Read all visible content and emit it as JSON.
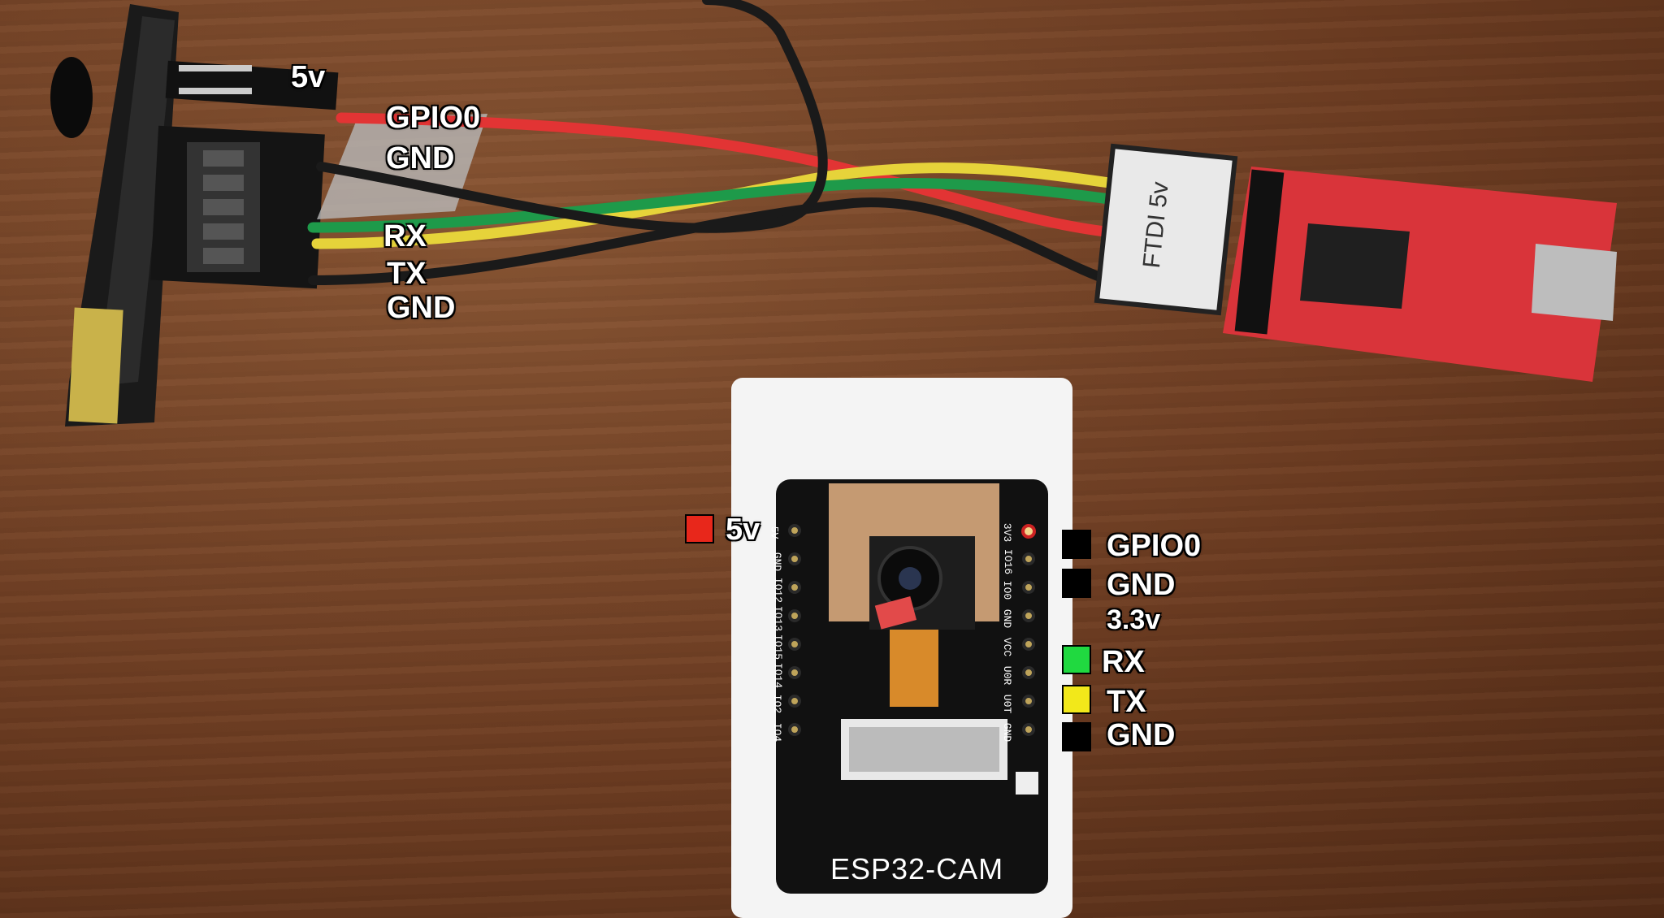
{
  "top_labels": {
    "v5": "5v",
    "gpio0": "GPIO0",
    "gnd_a": "GND",
    "rx": "RX",
    "tx": "TX",
    "gnd_b": "GND"
  },
  "ftdi": {
    "tag": "FTDI 5v"
  },
  "esp32": {
    "board_name": "ESP32-CAM",
    "left_pins": [
      "5V",
      "GND",
      "IO12",
      "IO13",
      "IO15",
      "IO14",
      "IO2",
      "IO4"
    ],
    "right_pins": [
      "3V3",
      "IO16",
      "IO0",
      "GND",
      "VCC",
      "U0R",
      "U0T",
      "GND"
    ]
  },
  "legend": {
    "v5": {
      "text": "5v",
      "color": "#e8271b"
    },
    "gpio0": {
      "text": "GPIO0",
      "color": "#000000"
    },
    "gnd_a": {
      "text": "GND",
      "color": "#000000"
    },
    "v33": {
      "text": "3.3v"
    },
    "rx": {
      "text": "RX",
      "color": "#20d940"
    },
    "tx": {
      "text": "TX",
      "color": "#f2e81a"
    },
    "gnd_b": {
      "text": "GND",
      "color": "#000000"
    }
  },
  "colors": {
    "wire_red": "#e23434",
    "wire_yellow": "#e6d33a",
    "wire_green": "#1e9a4a",
    "wire_black": "#1a1a1a",
    "pcb_red": "#d9343a",
    "pcb_black": "#111111"
  }
}
